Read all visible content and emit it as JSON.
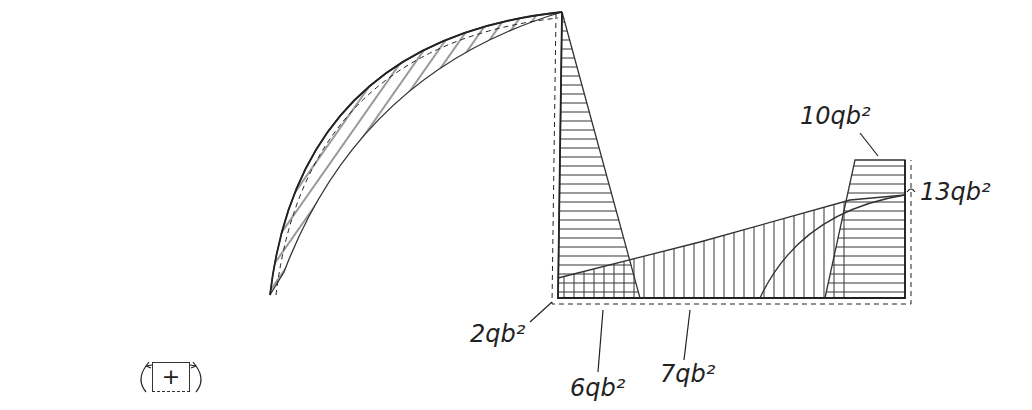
{
  "diagram": {
    "nodes": [
      {
        "text": [
          "+"
        ]
      }
    ],
    "labels": [
      "10qb²",
      "13qb²",
      "2qb²",
      "6qb²",
      "7qb²"
    ]
  }
}
